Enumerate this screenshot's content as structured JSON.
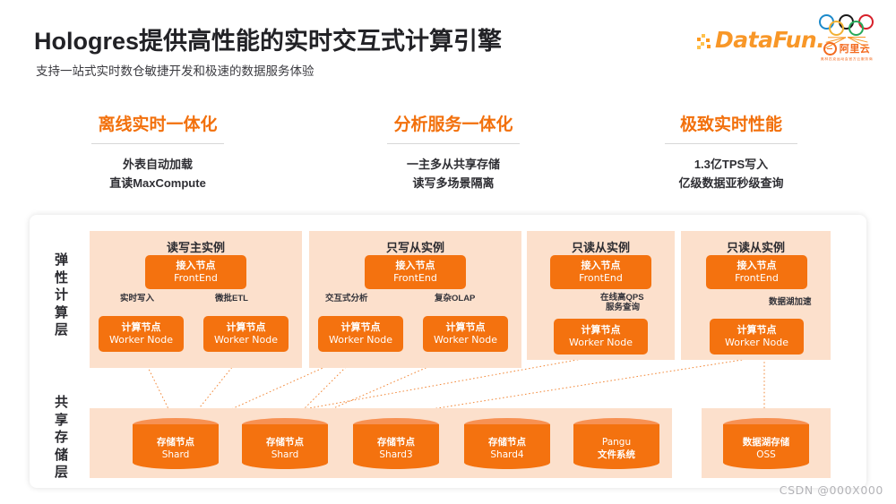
{
  "header": {
    "title": "Hologres提供高性能的实时交互式计算引擎",
    "subtitle": "支持一站式实时数仓敏捷开发和极速的数据服务体验"
  },
  "logos": {
    "datafun": "DataFun.",
    "alibaba_cloud_cn": "阿里云",
    "alibaba_cloud_sub": "奥林匹克运动会官方云服务商"
  },
  "features": [
    {
      "head": "离线实时一体化",
      "lines": [
        "外表自动加载",
        "直读MaxCompute"
      ]
    },
    {
      "head": "分析服务一体化",
      "lines": [
        "一主多从共享存储",
        "读写多场景隔离"
      ]
    },
    {
      "head": "极致实时性能",
      "lines": [
        "1.3亿TPS写入",
        "亿级数据亚秒级查询"
      ]
    }
  ],
  "layers": {
    "compute_label": "弹性计算层",
    "storage_label": "共享存储层"
  },
  "instances": [
    {
      "title": "读写主实例",
      "frontend": {
        "cn": "接入节点",
        "en": "FrontEnd"
      },
      "edges": [
        "实时写入",
        "微批ETL"
      ],
      "workers": [
        {
          "cn": "计算节点",
          "en": "Worker Node"
        },
        {
          "cn": "计算节点",
          "en": "Worker Node"
        }
      ]
    },
    {
      "title": "只写从实例",
      "frontend": {
        "cn": "接入节点",
        "en": "FrontEnd"
      },
      "edges": [
        "交互式分析",
        "复杂OLAP"
      ],
      "workers": [
        {
          "cn": "计算节点",
          "en": "Worker Node"
        },
        {
          "cn": "计算节点",
          "en": "Worker Node"
        }
      ]
    },
    {
      "title": "只读从实例",
      "frontend": {
        "cn": "接入节点",
        "en": "FrontEnd"
      },
      "edges": [
        "在线高QPS",
        "服务查询"
      ],
      "workers": [
        {
          "cn": "计算节点",
          "en": "Worker Node"
        }
      ]
    },
    {
      "title": "只读从实例",
      "frontend": {
        "cn": "接入节点",
        "en": "FrontEnd"
      },
      "edges": [
        "数据湖加速"
      ],
      "workers": [
        {
          "cn": "计算节点",
          "en": "Worker Node"
        }
      ]
    }
  ],
  "storage_nodes": [
    {
      "cn": "存储节点",
      "en": "Shard"
    },
    {
      "cn": "存储节点",
      "en": "Shard"
    },
    {
      "cn": "存储节点",
      "en": "Shard3"
    },
    {
      "cn": "存储节点",
      "en": "Shard4"
    },
    {
      "cn": "Pangu",
      "en": "文件系统"
    }
  ],
  "lake_storage": {
    "cn": "数据湖存储",
    "en": "OSS"
  },
  "watermark": "CSDN @000X000",
  "colors": {
    "accent": "#F2700C",
    "node": "#F4720F",
    "panel": "#FCE0CC",
    "cyl_top": "#F79153",
    "title": "#222226"
  }
}
